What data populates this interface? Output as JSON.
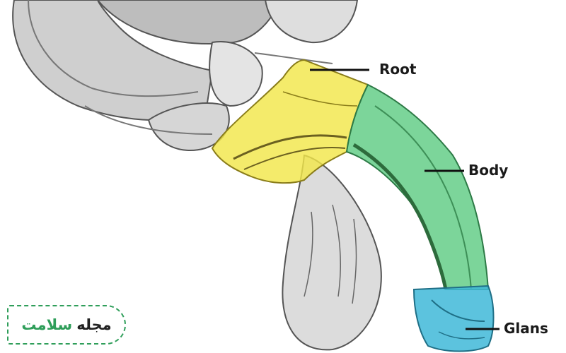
{
  "labels": {
    "root": "Root",
    "body": "Body",
    "glans": "Glans"
  },
  "logo": {
    "word_dark": "مجله",
    "word_green": "سلامت"
  },
  "colors": {
    "root_region": "#f2e64a",
    "body_region": "#5fcc84",
    "glans_region": "#3fb8d8",
    "logo_accent": "#2f9e5a",
    "line_art": "#555555"
  }
}
